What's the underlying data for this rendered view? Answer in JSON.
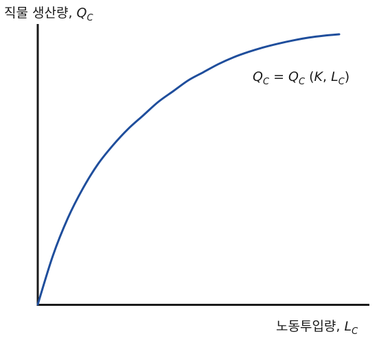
{
  "chart_data": {
    "type": "line",
    "title": "",
    "ylabel": {
      "text": "직물 생산량, ",
      "var": "Q",
      "sub": "C"
    },
    "xlabel": {
      "text": "노동투입량, ",
      "var": "L",
      "sub": "C"
    },
    "annotation": {
      "lhs_var": "Q",
      "lhs_sub": "C",
      "eq": " = ",
      "rhs_var": "Q",
      "rhs_sub": "C",
      "open": " (",
      "arg1": "K",
      "sep": ", ",
      "arg2_var": "L",
      "arg2_sub": "C",
      "close": ")"
    },
    "xlim": [
      0,
      1
    ],
    "ylim": [
      0,
      1
    ],
    "series": [
      {
        "color": "#1f4e9c",
        "x": [
          0,
          0.05,
          0.1,
          0.15,
          0.2,
          0.25,
          0.3,
          0.35,
          0.4,
          0.45,
          0.5,
          0.55,
          0.6,
          0.65,
          0.7,
          0.75,
          0.8,
          0.85,
          0.9,
          0.95,
          1.0
        ],
        "y": [
          0,
          0.18,
          0.32,
          0.43,
          0.52,
          0.59,
          0.65,
          0.7,
          0.75,
          0.79,
          0.83,
          0.86,
          0.89,
          0.915,
          0.935,
          0.952,
          0.966,
          0.978,
          0.988,
          0.995,
          1.0
        ]
      }
    ],
    "grid": false,
    "legend": "none"
  }
}
